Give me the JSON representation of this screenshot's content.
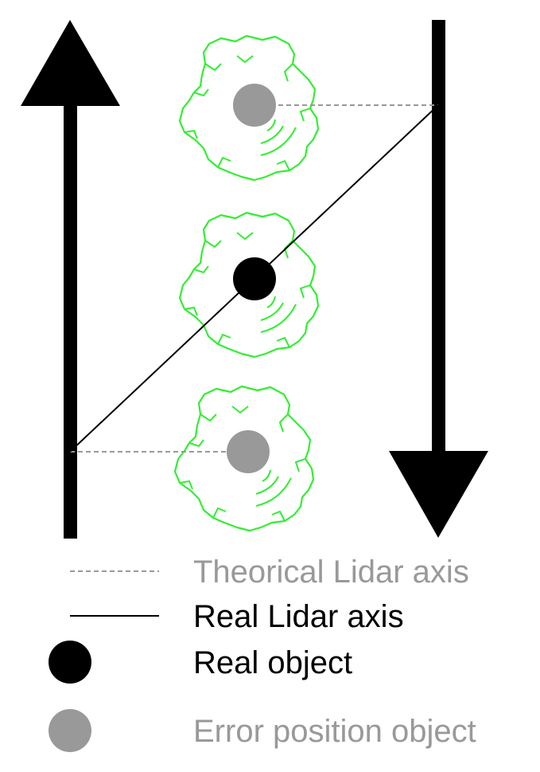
{
  "legend": {
    "theoretical_axis_label": "Theorical Lidar axis",
    "real_axis_label": "Real Lidar axis",
    "real_object_label": "Real object",
    "error_object_label": "Error position object"
  },
  "colors": {
    "axis_arrow": "#000000",
    "real_axis_line": "#000000",
    "theoretical_axis_line": "#999999",
    "real_object": "#000000",
    "error_object": "#999999",
    "tree_outline": "#33ee33",
    "legend_real_text": "#000000",
    "legend_error_text": "#999999"
  },
  "icons": {
    "tree_symbol": "tree-crown-icon",
    "up_arrow": "arrow-up-icon",
    "down_arrow": "arrow-down-icon"
  }
}
